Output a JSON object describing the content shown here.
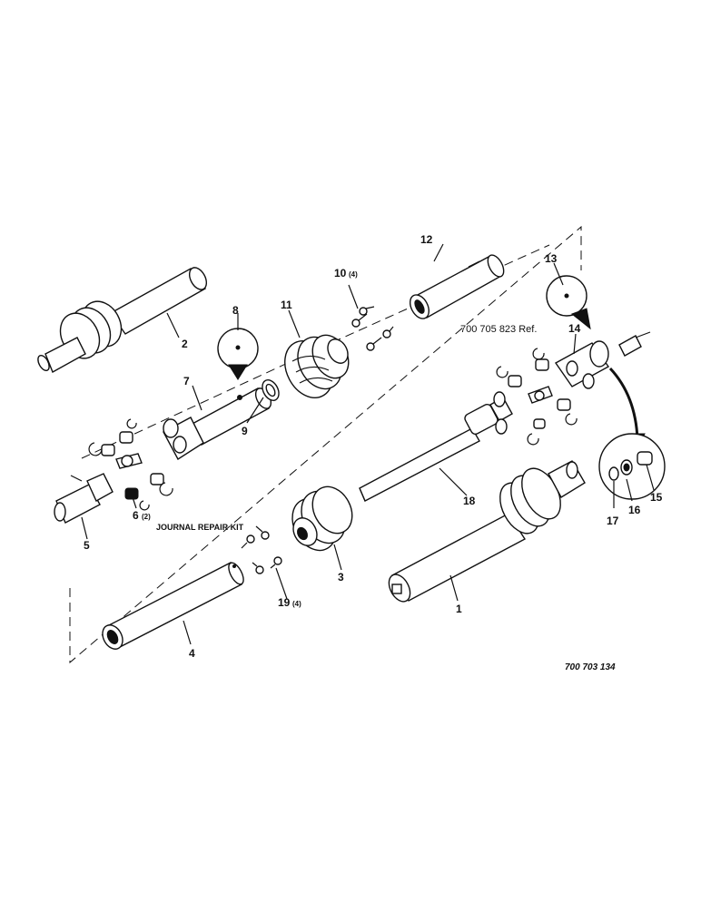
{
  "callouts": [
    {
      "id": "1",
      "label": "1",
      "qty": ""
    },
    {
      "id": "2",
      "label": "2",
      "qty": ""
    },
    {
      "id": "3",
      "label": "3",
      "qty": ""
    },
    {
      "id": "4",
      "label": "4",
      "qty": ""
    },
    {
      "id": "5",
      "label": "5",
      "qty": ""
    },
    {
      "id": "6",
      "label": "6",
      "qty": "(2)"
    },
    {
      "id": "7",
      "label": "7",
      "qty": ""
    },
    {
      "id": "8",
      "label": "8",
      "qty": ""
    },
    {
      "id": "9",
      "label": "9",
      "qty": ""
    },
    {
      "id": "10",
      "label": "10",
      "qty": "(4)"
    },
    {
      "id": "11",
      "label": "11",
      "qty": ""
    },
    {
      "id": "12",
      "label": "12",
      "qty": ""
    },
    {
      "id": "13",
      "label": "13",
      "qty": ""
    },
    {
      "id": "14",
      "label": "14",
      "qty": ""
    },
    {
      "id": "15",
      "label": "15",
      "qty": ""
    },
    {
      "id": "16",
      "label": "16",
      "qty": ""
    },
    {
      "id": "17",
      "label": "17",
      "qty": ""
    },
    {
      "id": "18",
      "label": "18",
      "qty": ""
    },
    {
      "id": "19",
      "label": "19",
      "qty": "(4)"
    }
  ],
  "labels": {
    "journal_repair_kit": "JOURNAL REPAIR KIT",
    "reference": "700 705 823 Ref.",
    "figure_number": "700 703 134"
  }
}
